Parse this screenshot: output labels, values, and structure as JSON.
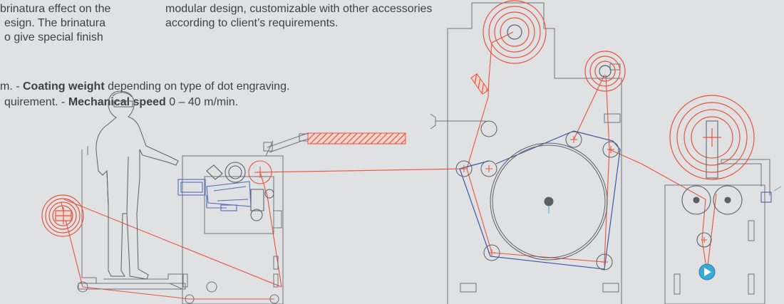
{
  "intro_left": {
    "lines": [
      "brinatura effect on the",
      "esign. The brinatura",
      "o give special finish"
    ]
  },
  "intro_right": {
    "lines": [
      "modular design, customizable with other accessories",
      "according to client’s requirements."
    ]
  },
  "specs": {
    "line1_prefix": "m. - ",
    "line1_bold": "Coating weight",
    "line1_rest": " depending on type of dot engraving.",
    "line2_prefix": "quirement. - ",
    "line2_bold": "Mechanical speed",
    "line2_rest": "  0 – 40 m/min."
  },
  "colors": {
    "background": "#dfe1e3",
    "outline": "#6f7378",
    "web_path": "#e8543d",
    "belt": "#3b58a8",
    "detail_blue": "#4f6fb8",
    "text": "#3e4247",
    "valve_cyan": "#39a9d6"
  },
  "icons": [
    "person-outline-icon",
    "unwinder-reel-icon",
    "coating-roller-icon",
    "drying-drum-icon",
    "rewinder-reel-icon",
    "guide-roller-icon",
    "hatched-duct-icon"
  ]
}
